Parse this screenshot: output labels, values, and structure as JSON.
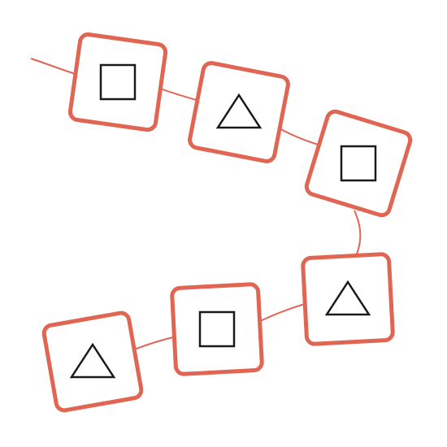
{
  "diagram": {
    "colors": {
      "background": "#ffffff",
      "frame": "#e06552",
      "connector": "#e06552",
      "symbol": "#1a1a1a"
    },
    "nodes": [
      {
        "id": "node-1",
        "symbol": "square",
        "symbol_icon": "square-outline-icon"
      },
      {
        "id": "node-2",
        "symbol": "triangle",
        "symbol_icon": "triangle-outline-icon"
      },
      {
        "id": "node-3",
        "symbol": "square",
        "symbol_icon": "square-outline-icon"
      },
      {
        "id": "node-4",
        "symbol": "triangle",
        "symbol_icon": "triangle-outline-icon"
      },
      {
        "id": "node-5",
        "symbol": "square",
        "symbol_icon": "square-outline-icon"
      },
      {
        "id": "node-6",
        "symbol": "triangle",
        "symbol_icon": "triangle-outline-icon"
      }
    ],
    "connections": [
      {
        "from": "start",
        "to": "node-1"
      },
      {
        "from": "node-1",
        "to": "node-2"
      },
      {
        "from": "node-2",
        "to": "node-3"
      },
      {
        "from": "node-3",
        "to": "node-4"
      },
      {
        "from": "node-4",
        "to": "node-5"
      },
      {
        "from": "node-5",
        "to": "node-6"
      }
    ]
  }
}
